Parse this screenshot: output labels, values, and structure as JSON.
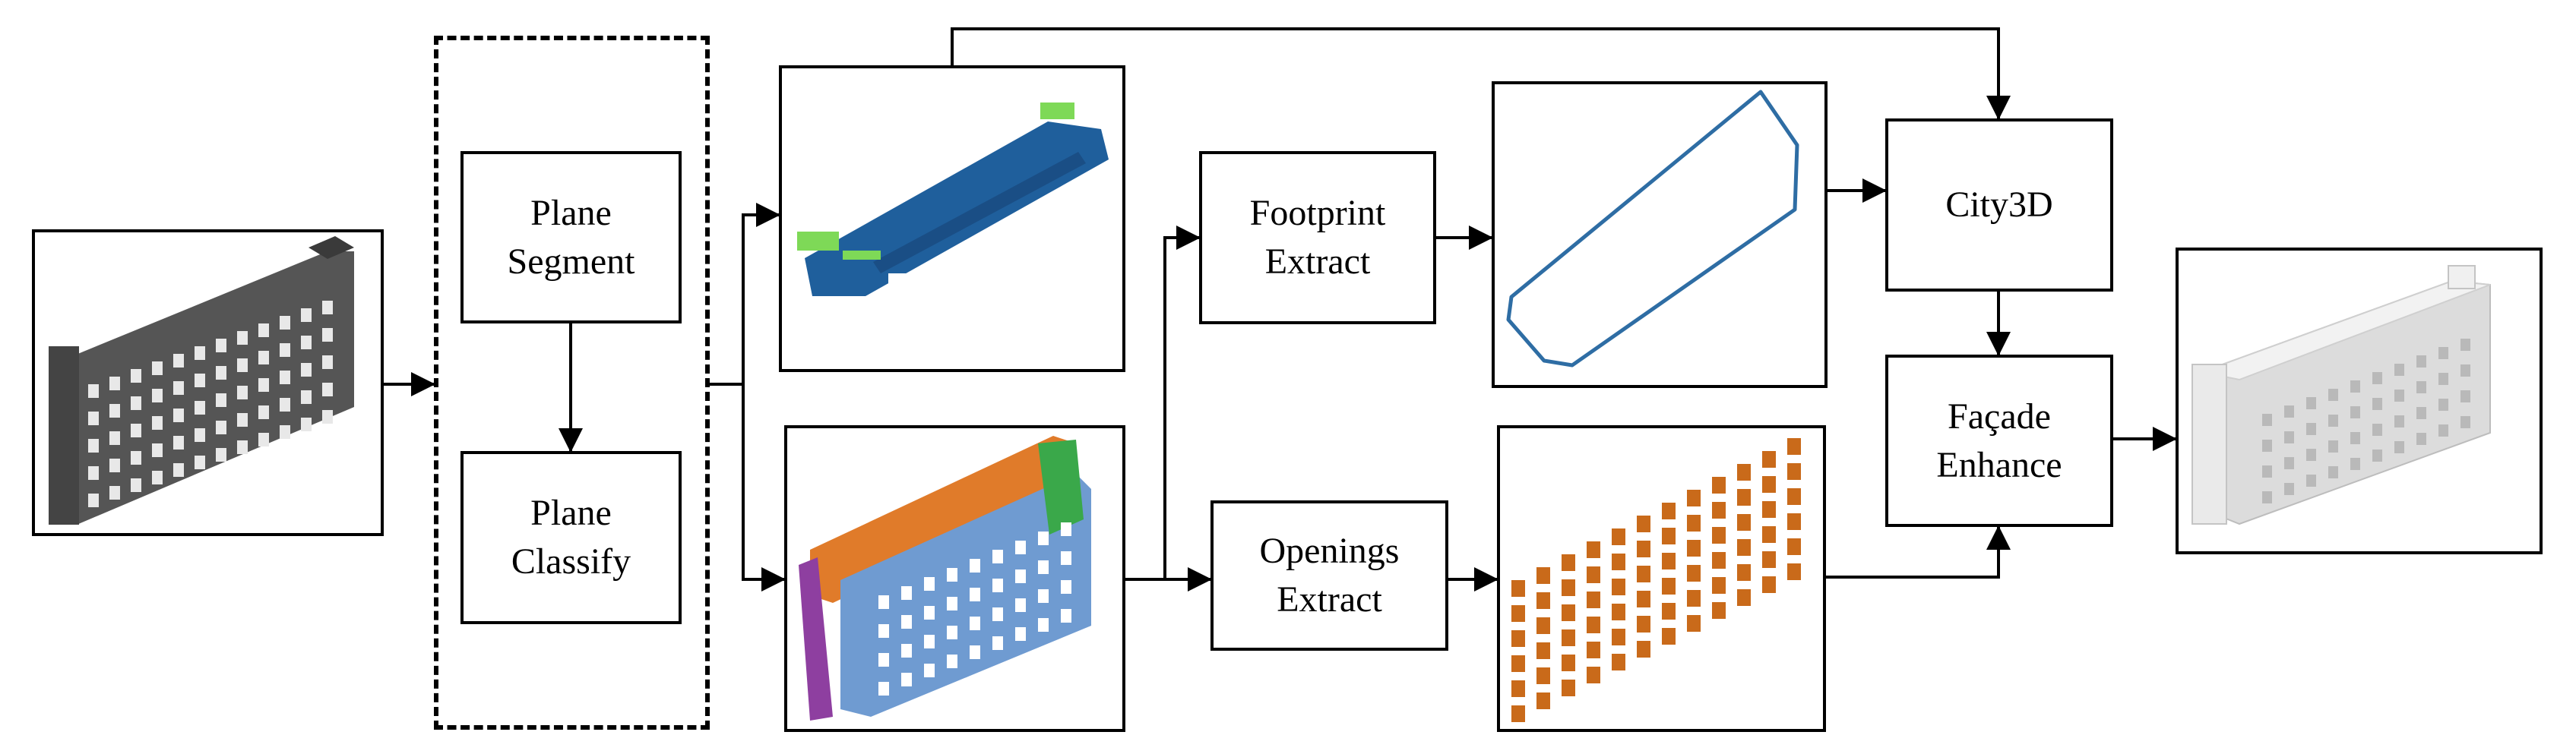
{
  "steps": {
    "plane_segment": [
      "Plane",
      "Segment"
    ],
    "plane_classify": [
      "Plane",
      "Classify"
    ],
    "footprint_extract": [
      "Footprint",
      "Extract"
    ],
    "openings_extract": [
      "Openings",
      "Extract"
    ],
    "city3d": [
      "City3D"
    ],
    "facade_enhance": [
      "Façade",
      "Enhance"
    ]
  },
  "images": {
    "input_cloud": "gray point cloud of building",
    "roof_planes": "roof planes in blue and green",
    "wall_planes": "facade planes in orange, blue, green and purple",
    "footprint": "footprint outline",
    "openings": "window openings",
    "output_model": "white 3D building model"
  },
  "colors": {
    "input_points": "#555555",
    "roof_blue": "#1f5f9c",
    "roof_green": "#7ed957",
    "wall_orange": "#e07b2a",
    "wall_blue": "#6f9bd1",
    "wall_green": "#3aa84a",
    "wall_purple": "#8e3fa0",
    "footprint_line": "#2e6da4",
    "openings": "#c96a1a",
    "model": "#f2f2f2"
  }
}
